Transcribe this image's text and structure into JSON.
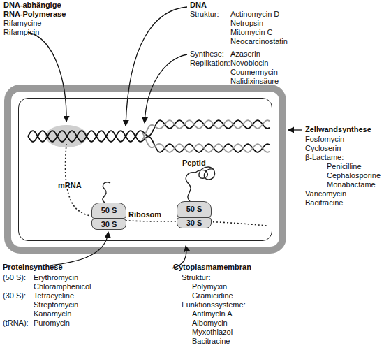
{
  "diagram": {
    "nodes": [
      {
        "text": [
          "mRNA",
          "Ribosom",
          "Peptid"
        ]
      },
      {
        "text": [
          "50 S"
        ],
        "in": 0
      },
      {
        "text": [
          "30 S"
        ],
        "in": 0
      },
      {
        "text": [
          "50 S"
        ],
        "in": 0
      },
      {
        "text": [
          "30 S"
        ],
        "in": 0
      }
    ],
    "labels": [
      "DNA-abhängige RNA-Polymerase",
      "Rifamycine",
      "Rifampicin",
      "DNA",
      "Struktur:",
      "Actinomycin D",
      "Netropsin",
      "Mitomycin C",
      "Neocarcinostatin",
      "Synthese:",
      "Azaserin",
      "Replikation:",
      "Novobiocin",
      "Coumermycin",
      "Nalidixinsäure",
      "Zellwandsynthese",
      "Fosfomycin",
      "Cycloserin",
      "β-Lactame:",
      "Penicilline",
      "Cephalosporine",
      "Monabactame",
      "Vancomycin",
      "Bacitracine",
      "Proteinsynthese",
      "(50 S):",
      "Erythromycin",
      "Chloramphenicol",
      "(30 S):",
      "Tetracycline",
      "Streptomycin",
      "Kanamycin",
      "(tRNA):",
      "Puromycin",
      "Cytoplasmamembran",
      "Struktur:",
      "Polymyxin",
      "Gramicidine",
      "Funktionssysteme:",
      "Antimycin A",
      "Albomycin",
      "Myxothiazol",
      "Bacitracine"
    ]
  }
}
